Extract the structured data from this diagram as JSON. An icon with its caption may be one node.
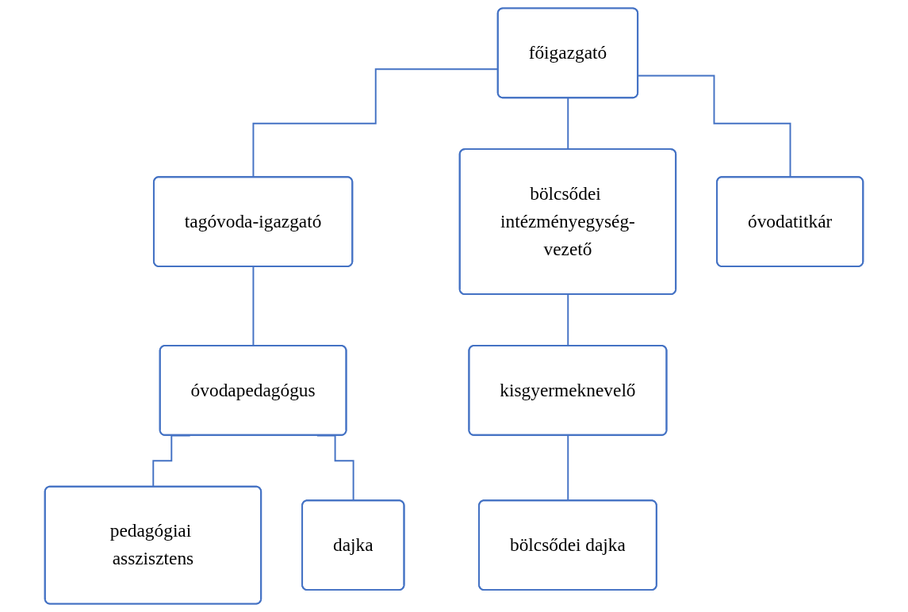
{
  "diagram": {
    "nodes": [
      {
        "text": [
          "főigazgató"
        ]
      },
      {
        "text": [
          "tagóvoda-igazgató"
        ]
      },
      {
        "text": [
          "bölcsődei intézményegység-vezető"
        ]
      },
      {
        "text": [
          "óvodatitkár"
        ]
      },
      {
        "text": [
          "óvodapedagógus"
        ]
      },
      {
        "text": [
          "pedagógiai asszisztens"
        ]
      },
      {
        "text": [
          "dajka"
        ]
      },
      {
        "text": [
          "kisgyermeknevelő"
        ]
      },
      {
        "text": [
          "bölcsődei dajka"
        ]
      }
    ],
    "edges": [
      {
        "from": 0,
        "to": 1,
        "arrow": "none"
      },
      {
        "from": 0,
        "to": 2,
        "arrow": "none"
      },
      {
        "from": 0,
        "to": 3,
        "arrow": "none"
      },
      {
        "from": 1,
        "to": 4,
        "arrow": "none"
      },
      {
        "from": 4,
        "to": 5,
        "arrow": "none"
      },
      {
        "from": 4,
        "to": 6,
        "arrow": "none"
      },
      {
        "from": 2,
        "to": 7,
        "arrow": "none"
      },
      {
        "from": 7,
        "to": 8,
        "arrow": "none"
      }
    ]
  }
}
